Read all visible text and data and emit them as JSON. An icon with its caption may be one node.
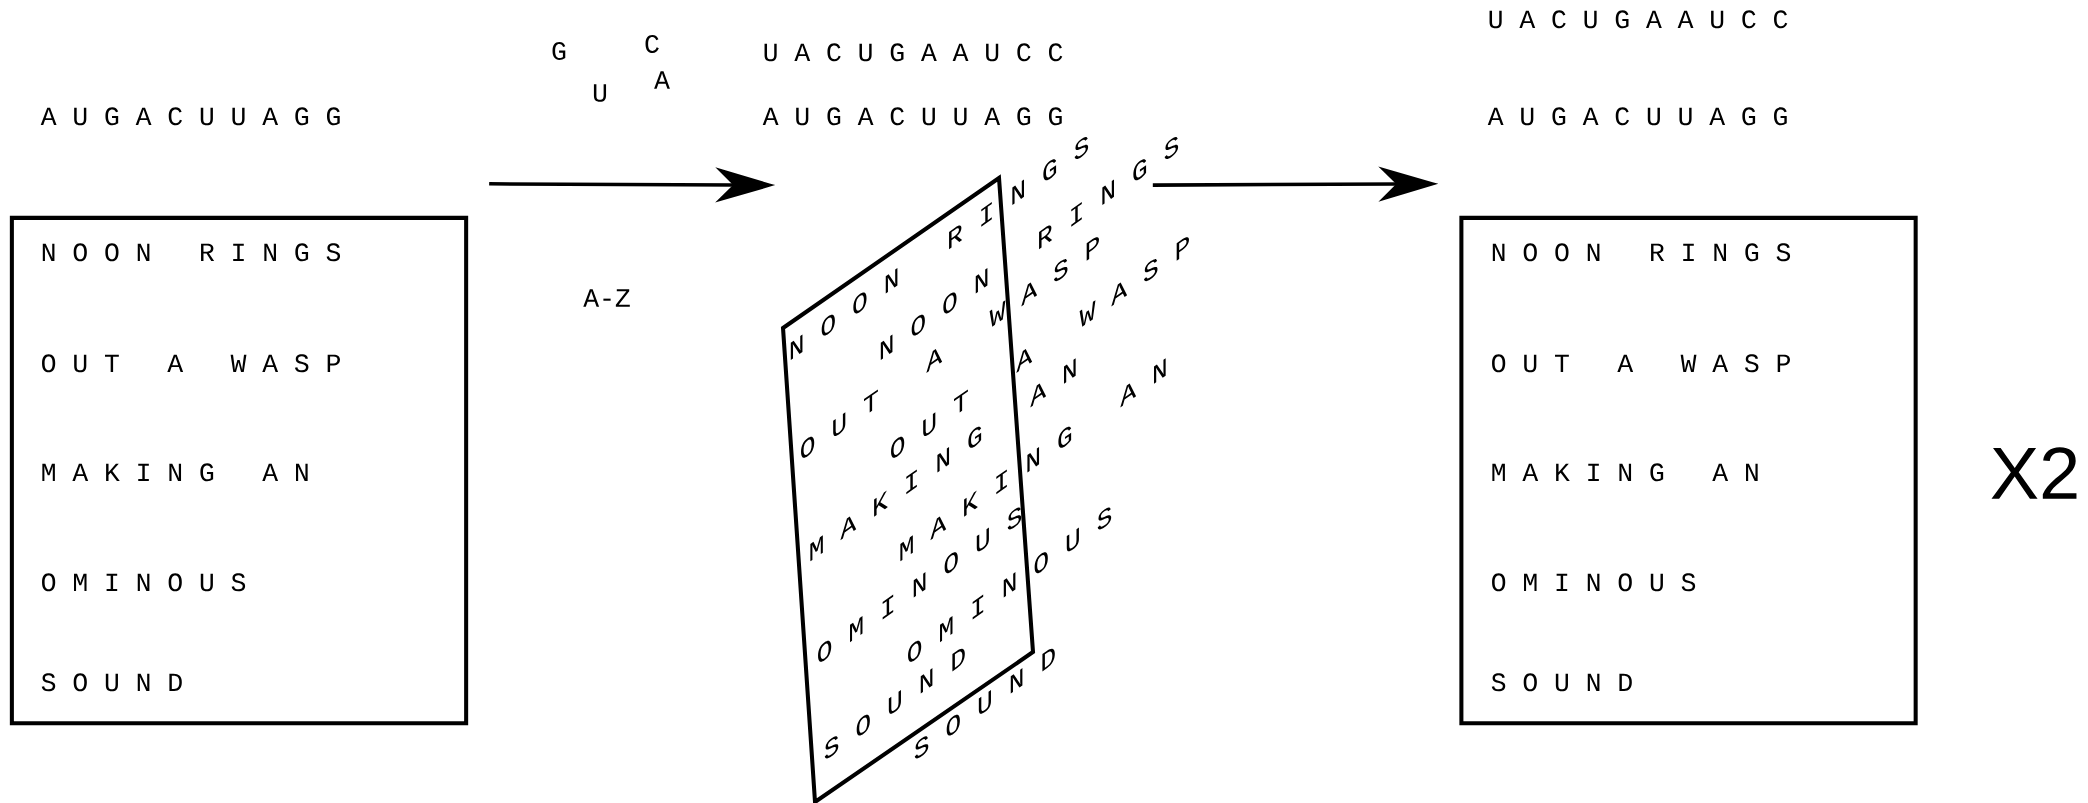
{
  "diagram": {
    "nodes": [
      {
        "text": [
          "N O O N   R I N G S",
          "O U T   A   W A S P",
          "M A K I N G   A N",
          "O M I N O U S",
          "S O U N D"
        ]
      },
      {
        "text": [
          "N O O N   R I N G S",
          "O U T   A   W A S P",
          "M A K I N G   A N",
          "O M I N O U S",
          "S O U N D",
          "N O O N   R I N G S",
          "O U T   A   W A S P",
          "M A K I N G   A N",
          "O M I N O U S",
          "S O U N D"
        ]
      },
      {
        "text": [
          "N O O N   R I N G S",
          "O U T   A   W A S P",
          "M A K I N G   A N",
          "O M I N O U S",
          "S O U N D"
        ]
      }
    ],
    "edges": [
      {
        "from": 0,
        "to": 1,
        "arrow": "to"
      },
      {
        "from": 1,
        "to": 2,
        "arrow": "to"
      }
    ],
    "labels": [
      "A U G A C U U A G G",
      "G",
      "C",
      "U",
      "A",
      "U A C U G A A U C C",
      "A U G A C U U A G G",
      "A-Z",
      "U A C U G A A U C C",
      "A U G A C U U A G G",
      "X2"
    ]
  }
}
